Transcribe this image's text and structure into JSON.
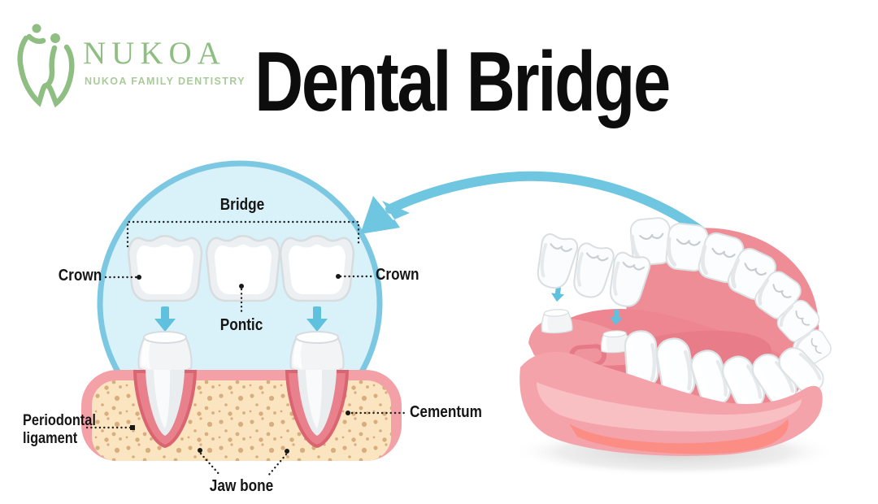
{
  "logo": {
    "brand": "NUKOA",
    "tagline": "NUKOA FAMILY DENTISTRY",
    "icon": "tooth-people-icon",
    "color": "#8fbe83"
  },
  "title": "Dental Bridge",
  "diagram_labels": {
    "bridge": "Bridge",
    "crown_left": "Crown",
    "crown_right": "Crown",
    "pontic": "Pontic",
    "periodontal_line1": "Periodontal",
    "periodontal_line2": "ligament",
    "cementum": "Cementum",
    "jaw_bone": "Jaw bone"
  },
  "icons": {
    "logo": "tooth-people-icon",
    "curved_arrow": "curved-arrow-icon",
    "placement_arrows": "down-arrow-icon"
  },
  "colors": {
    "accent_blue": "#5fc1dd",
    "curved_arrow_blue": "#6fc6e1",
    "circle_fill": "#d9f1f9",
    "circle_stroke": "#7cc8e2",
    "gum_pink": "#f3a0a7",
    "socket_pink": "#e8818c",
    "bone_beige": "#fbe5c1",
    "bone_speckle": "#d0a06c",
    "tooth_white": "#ffffff",
    "tooth_shade": "#d7dcdf",
    "logo_green": "#8fbe83",
    "title_color": "#0d0d0d",
    "label_color": "#151515"
  }
}
